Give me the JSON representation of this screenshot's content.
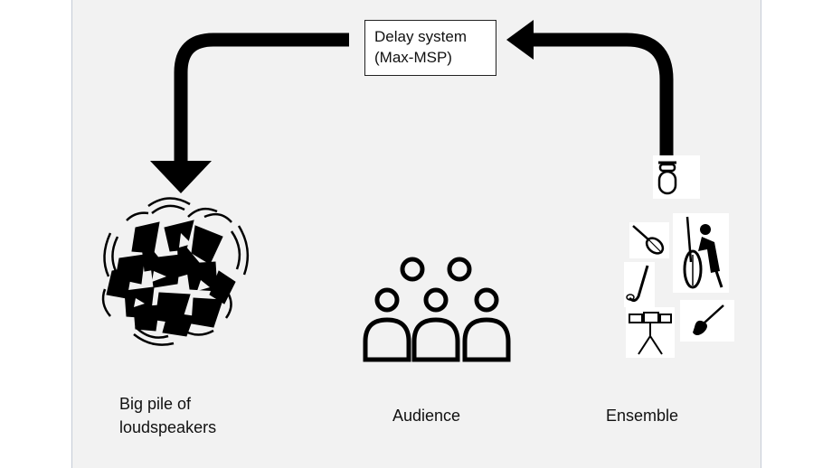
{
  "delay_system": {
    "line1": "Delay system",
    "line2": "(Max-MSP)"
  },
  "labels": {
    "speakers_line1": "Big pile of",
    "speakers_line2": "loudspeakers",
    "audience": "Audience",
    "ensemble": "Ensemble"
  },
  "icons": {
    "arrow_left": "arrow-left-icon",
    "arrow_down": "arrow-down-icon",
    "microphone": "microphone-icon",
    "loudspeakers": "loudspeaker-pile-icon",
    "audience": "audience-icon",
    "violin": "violin-icon",
    "double_bass": "double-bass-player-icon",
    "saxophone": "saxophone-icon",
    "drums": "drum-kit-icon",
    "guitar": "electric-guitar-icon"
  },
  "colors": {
    "panel": "#f2f2f2",
    "ink": "#000000"
  }
}
